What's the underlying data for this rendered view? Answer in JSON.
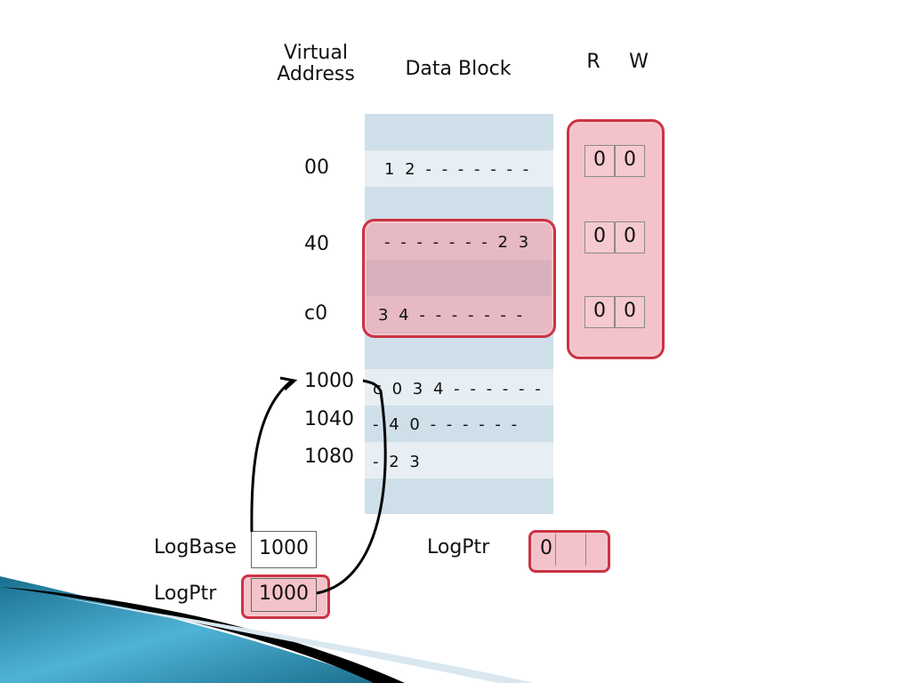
{
  "headers": {
    "virtual_address_line1": "Virtual",
    "virtual_address_line2": "Address",
    "data_block": "Data Block",
    "r": "R",
    "w": "W"
  },
  "addresses": [
    "00",
    "40",
    "c0",
    "1000",
    "1040",
    "1080"
  ],
  "rows": [
    {
      "text": "1 2 - - - - - - -"
    },
    {
      "text": "- - - - - - - 2 3"
    },
    {
      "text": "3 4 - - - - - - -"
    },
    {
      "text": "c 0 3 4 - - - - - -"
    },
    {
      "text": "- 4 0 - - - - - -"
    },
    {
      "text": "- 2 3"
    }
  ],
  "rw_bits": [
    {
      "r": "0",
      "w": "0"
    },
    {
      "r": "0",
      "w": "0"
    },
    {
      "r": "0",
      "w": "0"
    }
  ],
  "log_base": {
    "label": "LogBase",
    "value": "1000"
  },
  "log_ptr_left": {
    "label": "LogPtr",
    "value": "1000"
  },
  "log_ptr_right": {
    "label": "LogPtr",
    "value": "0"
  },
  "colors": {
    "highlight_border": "#cc3344",
    "highlight_fill": "#f0b3bb",
    "block_dark": "#cfdfe9",
    "block_light": "#e7eff4"
  }
}
